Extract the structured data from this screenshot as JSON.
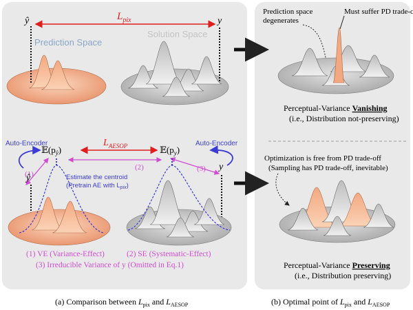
{
  "colors": {
    "panel_bg": "#e9e9e9",
    "orange_light": "#f8c9a8",
    "orange_dark": "#e8916a",
    "gray_disk": "#cfcfcf",
    "red_arrow": "#e01e1e",
    "blue": "#3b3bd6",
    "magenta": "#d24bd2",
    "pred_label": "#8aa6c9"
  },
  "left_panel": {
    "top": {
      "y_hat": "ŷ",
      "y": "y",
      "loss": "L",
      "loss_sub": "pix",
      "prediction_space": "Prediction Space",
      "solution_space": "Solution Space"
    },
    "bottom": {
      "auto_encoder_left": "Auto-Encoder",
      "auto_encoder_right": "Auto-Encoder",
      "E_pred": "𝔼(p",
      "E_pred_sub": "ŷ",
      "E_y": "𝔼(p",
      "E_y_sub": "y",
      "close_paren": ")",
      "loss": "L",
      "loss_sub": "AESOP",
      "y_hat": "ŷ",
      "y": "y",
      "n1": "(1)",
      "n2": "(2)",
      "n3": "(3)",
      "estimate_line1": "Estimate the centroid",
      "estimate_line2": "(Pretrain AE with L",
      "estimate_line2_sub": "pix",
      "estimate_line2_end": ")",
      "ve": "(1) VE (Variance-Effect)",
      "se": "(2) SE (Systematic-Effect)",
      "irreducible": "(3) Irreducible Variance of y (Omitted in Eq.1)"
    }
  },
  "right_panel": {
    "top": {
      "pred_degenerates_1": "Prediction space",
      "pred_degenerates_2": "degenerates",
      "must_suffer": "Must suffer PD trade-off",
      "pv_prefix": "Perceptual-Variance ",
      "pv_word": "Vanishing",
      "ie": "(i.e., Distribution not-preserving)"
    },
    "bottom": {
      "opt_free": "Optimization is free from PD trade-off",
      "sampling": "(Sampling has PD trade-off, inevitable)",
      "pv_prefix": "Perceptual-Variance ",
      "pv_word": "Preserving",
      "ie": "(i.e., Distribution preserving)"
    }
  },
  "captions": {
    "a_prefix": "(a) Comparison between ",
    "a_L1": "L",
    "a_L1_sub": "pix",
    "a_and": " and ",
    "a_L2": "L",
    "a_L2_sub": "AESOP",
    "b_prefix": "(b) Optimal point of ",
    "b_L1": "L",
    "b_L1_sub": "pix",
    "b_and": " and ",
    "b_L2": "L",
    "b_L2_sub": "AESOP"
  }
}
